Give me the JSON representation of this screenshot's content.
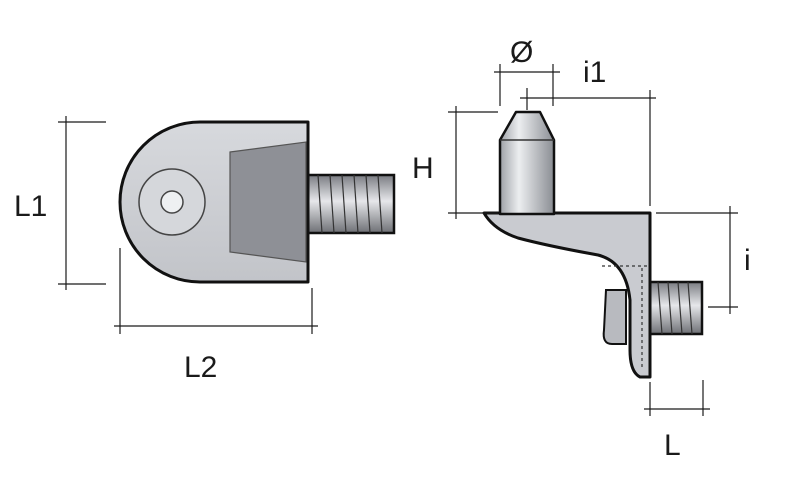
{
  "labels": {
    "L1": "L1",
    "L2": "L2",
    "H": "H",
    "diameter": "Ø",
    "i1": "i1",
    "i": "i",
    "L": "L"
  },
  "colors": {
    "body_fill": "#cfd1d6",
    "body_shadow": "#a9acb3",
    "face_fill": "#8e9096",
    "thread_light": "#e3e4e7",
    "thread_dark": "#6b6d72",
    "outline": "#111111"
  }
}
